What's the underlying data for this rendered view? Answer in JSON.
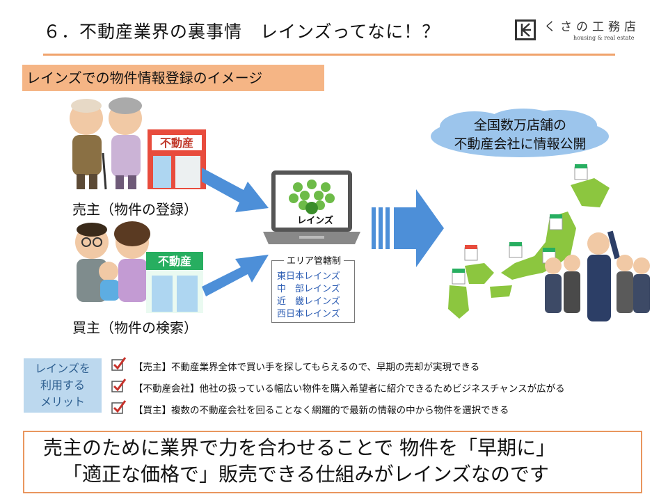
{
  "title": "６．不動産業界の裏事情　レインズってなに！？",
  "logo": {
    "name": "くさの工務店",
    "sub": "housing & real estate"
  },
  "subhead": "レインズでの物件情報登録のイメージ",
  "seller_caption": "売主（物件の登録）",
  "buyer_caption": "買主（物件の検索）",
  "shop_sign": "不動産",
  "laptop_label": "レインズ",
  "cloud_lines": [
    "全国数万店舗の",
    "不動産会社に情報公開"
  ],
  "area": {
    "title": "エリア管轄制",
    "items": [
      "東日本レインズ",
      "中　部レインズ",
      "近　畿レインズ",
      "西日本レインズ"
    ]
  },
  "merit": {
    "label_lines": [
      "レインズを",
      "利用する",
      "メリット"
    ],
    "lines": [
      "【売主】不動産業界全体で買い手を探してもらえるので、早期の売却が実現できる",
      "【不動産会社】他社の扱っている幅広い物件を購入希望者に紹介できるためビジネスチャンスが広がる",
      "【買主】複数の不動産会社を回ることなく網羅的で最新の情報の中から物件を選択できる"
    ]
  },
  "bottom": [
    "売主のために業界で力を合わせることで 物件を「早期に」",
    "「適正な価格で」販売できる仕組みがレインズなのです"
  ],
  "colors": {
    "accent_orange": "#f0a36c",
    "subhead_bg": "#f5b585",
    "arrow_blue": "#4d8fd8",
    "merit_bg": "#bcd8ee",
    "area_text": "#2f5fb4",
    "check_red": "#c8322b"
  }
}
